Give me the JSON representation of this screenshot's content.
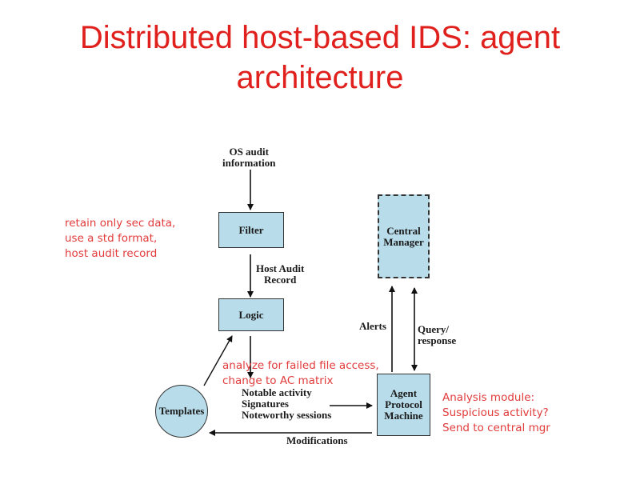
{
  "slide": {
    "title_line1": "Distributed host-based IDS: agent",
    "title_line2": "architecture"
  },
  "diagram": {
    "inputs": {
      "os_audit_line1": "OS audit",
      "os_audit_line2": "information"
    },
    "nodes": {
      "filter": "Filter",
      "logic": "Logic",
      "central_manager_line1": "Central",
      "central_manager_line2": "Manager",
      "agent_line1": "Agent",
      "agent_line2": "Protocol",
      "agent_line3": "Machine",
      "templates": "Templates"
    },
    "edge_labels": {
      "host_audit_line1": "Host Audit",
      "host_audit_line2": "Record",
      "alerts": "Alerts",
      "query_line1": "Query/",
      "query_line2": "response",
      "notable_activity": "Notable activity",
      "signatures": "Signatures",
      "noteworthy_sessions": "Noteworthy sessions",
      "modifications": "Modifications"
    },
    "colors": {
      "box_fill": "#b8dce9",
      "annotation": "#e23b3b",
      "title": "#e0201c"
    }
  },
  "annotations": {
    "filter_note": [
      "retain only sec data,",
      "use a std format,",
      "host audit record"
    ],
    "logic_note": [
      "analyze for failed file access,",
      "change to  AC matrix"
    ],
    "agent_note": [
      "Analysis module:",
      "Suspicious activity?",
      "Send to central mgr"
    ]
  }
}
